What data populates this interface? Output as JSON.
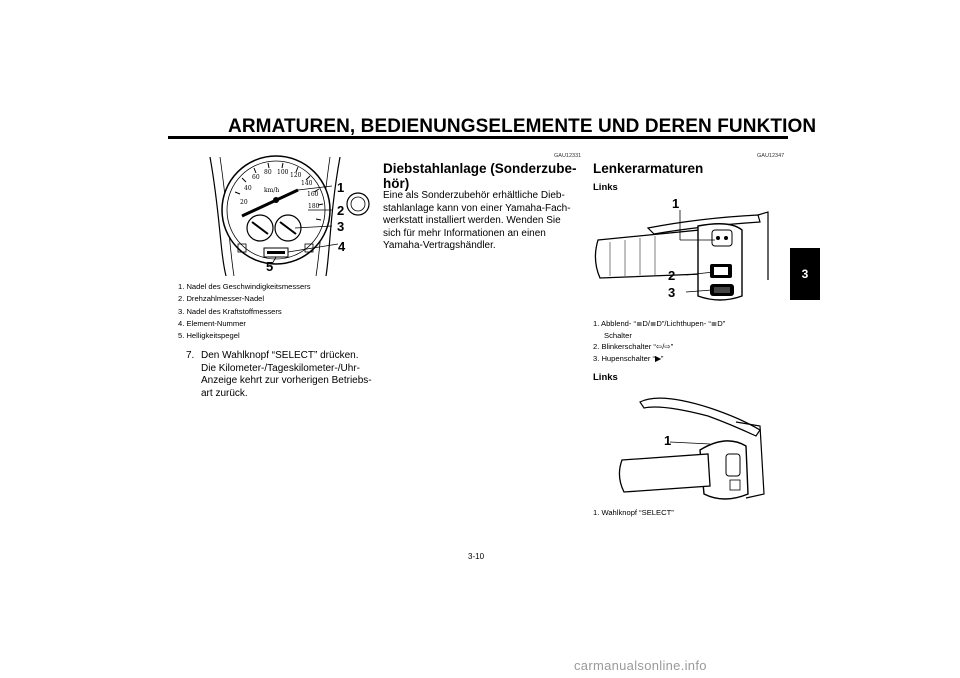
{
  "header": {
    "title": "ARMATUREN, BEDIENUNGSELEMENTE UND DEREN FUNKTION"
  },
  "chapter_tab": "3",
  "page_number": "3-10",
  "left_column": {
    "figure_callouts": [
      "1",
      "2",
      "3",
      "4",
      "5"
    ],
    "figure_legend": [
      "1. Nadel des Geschwindigkeitsmessers",
      "2. Drehzahlmesser-Nadel",
      "3. Nadel des Kraftstoffmessers",
      "4. Element-Nummer",
      "5. Helligkeitspegel"
    ],
    "step_number": "7.",
    "step_text_lines": [
      "Den Wahlknopf “SELECT” drücken.",
      "Die Kilometer-/Tageskilometer-/Uhr-",
      "Anzeige kehrt zur vorherigen Betriebs-",
      "art zurück."
    ]
  },
  "middle_column": {
    "code": "GAU12331",
    "title_lines": [
      "Diebstahlanlage (Sonderzube-",
      "hör)"
    ],
    "body_lines": [
      "Eine als Sonderzubehör erhältliche Dieb-",
      "stahlanlage kann von einer Yamaha-Fach-",
      "werkstatt installiert werden. Wenden Sie",
      "sich für mehr Informationen an einen",
      "Yamaha-Vertragshändler."
    ]
  },
  "right_column": {
    "code": "GAU12347",
    "title": "Lenkerarmaturen",
    "links_1": {
      "label": "Links",
      "callouts": [
        "1",
        "2",
        "3"
      ],
      "legend": {
        "item1_a": "1. Abblend- “",
        "item1_b": "/",
        "item1_c": "”/Lichthupen- “",
        "item1_d": "”",
        "item1_cont": "Schalter",
        "item2_a": "2. Blinkerschalter “",
        "item2_b": "/",
        "item2_c": "”",
        "item3_a": "3. Hupenschalter “",
        "item3_b": "”"
      }
    },
    "links_2": {
      "label": "Links",
      "callouts": [
        "1"
      ],
      "legend": [
        "1. Wahlknopf “SELECT”"
      ]
    }
  },
  "watermark": "carmanualsonline.info"
}
